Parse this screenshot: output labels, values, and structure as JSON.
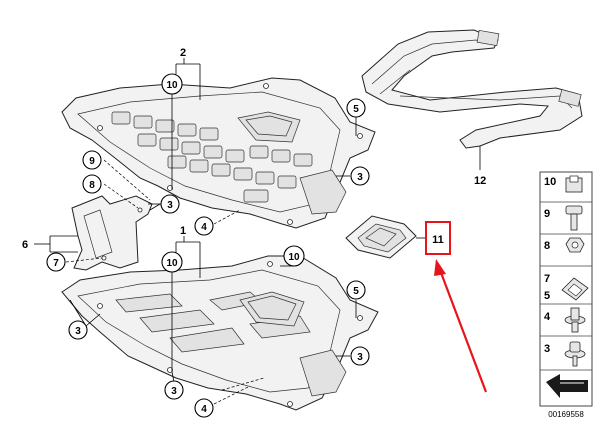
{
  "callouts": {
    "c1": "1",
    "c2": "2",
    "c3a": "3",
    "c3b": "3",
    "c3c": "3",
    "c3d": "3",
    "c3e": "3",
    "c4a": "4",
    "c4b": "4",
    "c5a": "5",
    "c5b": "5",
    "c6": "6",
    "c7": "7",
    "c8": "8",
    "c9": "9",
    "c10a": "10",
    "c10b": "10",
    "c10c": "10",
    "c11": "11",
    "c12": "12"
  },
  "legend": {
    "items": [
      {
        "num": "10",
        "icon": "clip-nut-icon"
      },
      {
        "num": "9",
        "icon": "bolt-icon"
      },
      {
        "num": "8",
        "icon": "hex-nut-icon"
      },
      {
        "num": "7",
        "icon": "clip-icon"
      },
      {
        "num": "5",
        "icon": "clip-icon"
      },
      {
        "num": "4",
        "icon": "expansion-rivet-icon"
      },
      {
        "num": "3",
        "icon": "screw-washer-icon"
      }
    ],
    "direction_icon": "arrow-icon"
  },
  "diagram_id": "00169558",
  "colors": {
    "highlight": "#e8141c",
    "line": "#222222"
  }
}
